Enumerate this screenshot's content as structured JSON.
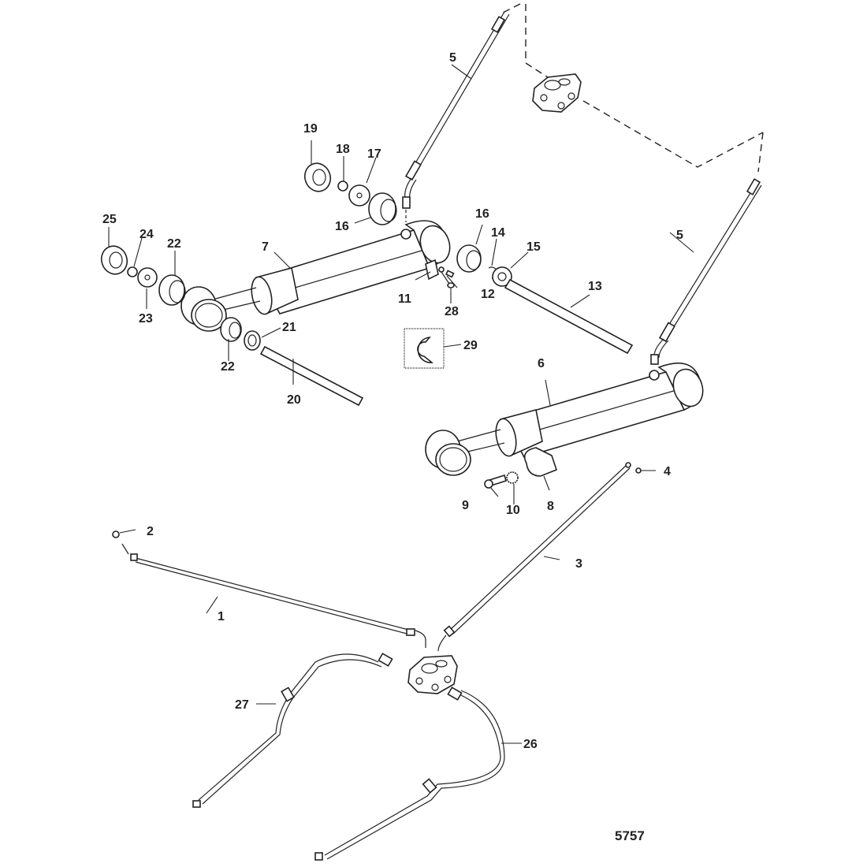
{
  "diagram": {
    "reference_number": "5757",
    "callouts": [
      {
        "id": "c1",
        "label": "1"
      },
      {
        "id": "c2",
        "label": "2"
      },
      {
        "id": "c3",
        "label": "3"
      },
      {
        "id": "c4",
        "label": "4"
      },
      {
        "id": "c5a",
        "label": "5"
      },
      {
        "id": "c5b",
        "label": "5"
      },
      {
        "id": "c6",
        "label": "6"
      },
      {
        "id": "c7",
        "label": "7"
      },
      {
        "id": "c8",
        "label": "8"
      },
      {
        "id": "c9",
        "label": "9"
      },
      {
        "id": "c10",
        "label": "10"
      },
      {
        "id": "c11",
        "label": "11"
      },
      {
        "id": "c12",
        "label": "12"
      },
      {
        "id": "c13",
        "label": "13"
      },
      {
        "id": "c14",
        "label": "14"
      },
      {
        "id": "c15",
        "label": "15"
      },
      {
        "id": "c16a",
        "label": "16"
      },
      {
        "id": "c16b",
        "label": "16"
      },
      {
        "id": "c17",
        "label": "17"
      },
      {
        "id": "c18",
        "label": "18"
      },
      {
        "id": "c19",
        "label": "19"
      },
      {
        "id": "c20",
        "label": "20"
      },
      {
        "id": "c21",
        "label": "21"
      },
      {
        "id": "c22a",
        "label": "22"
      },
      {
        "id": "c22b",
        "label": "22"
      },
      {
        "id": "c23",
        "label": "23"
      },
      {
        "id": "c24",
        "label": "24"
      },
      {
        "id": "c25",
        "label": "25"
      },
      {
        "id": "c26",
        "label": "26"
      },
      {
        "id": "c27",
        "label": "27"
      },
      {
        "id": "c28",
        "label": "28"
      },
      {
        "id": "c29",
        "label": "29"
      }
    ]
  }
}
